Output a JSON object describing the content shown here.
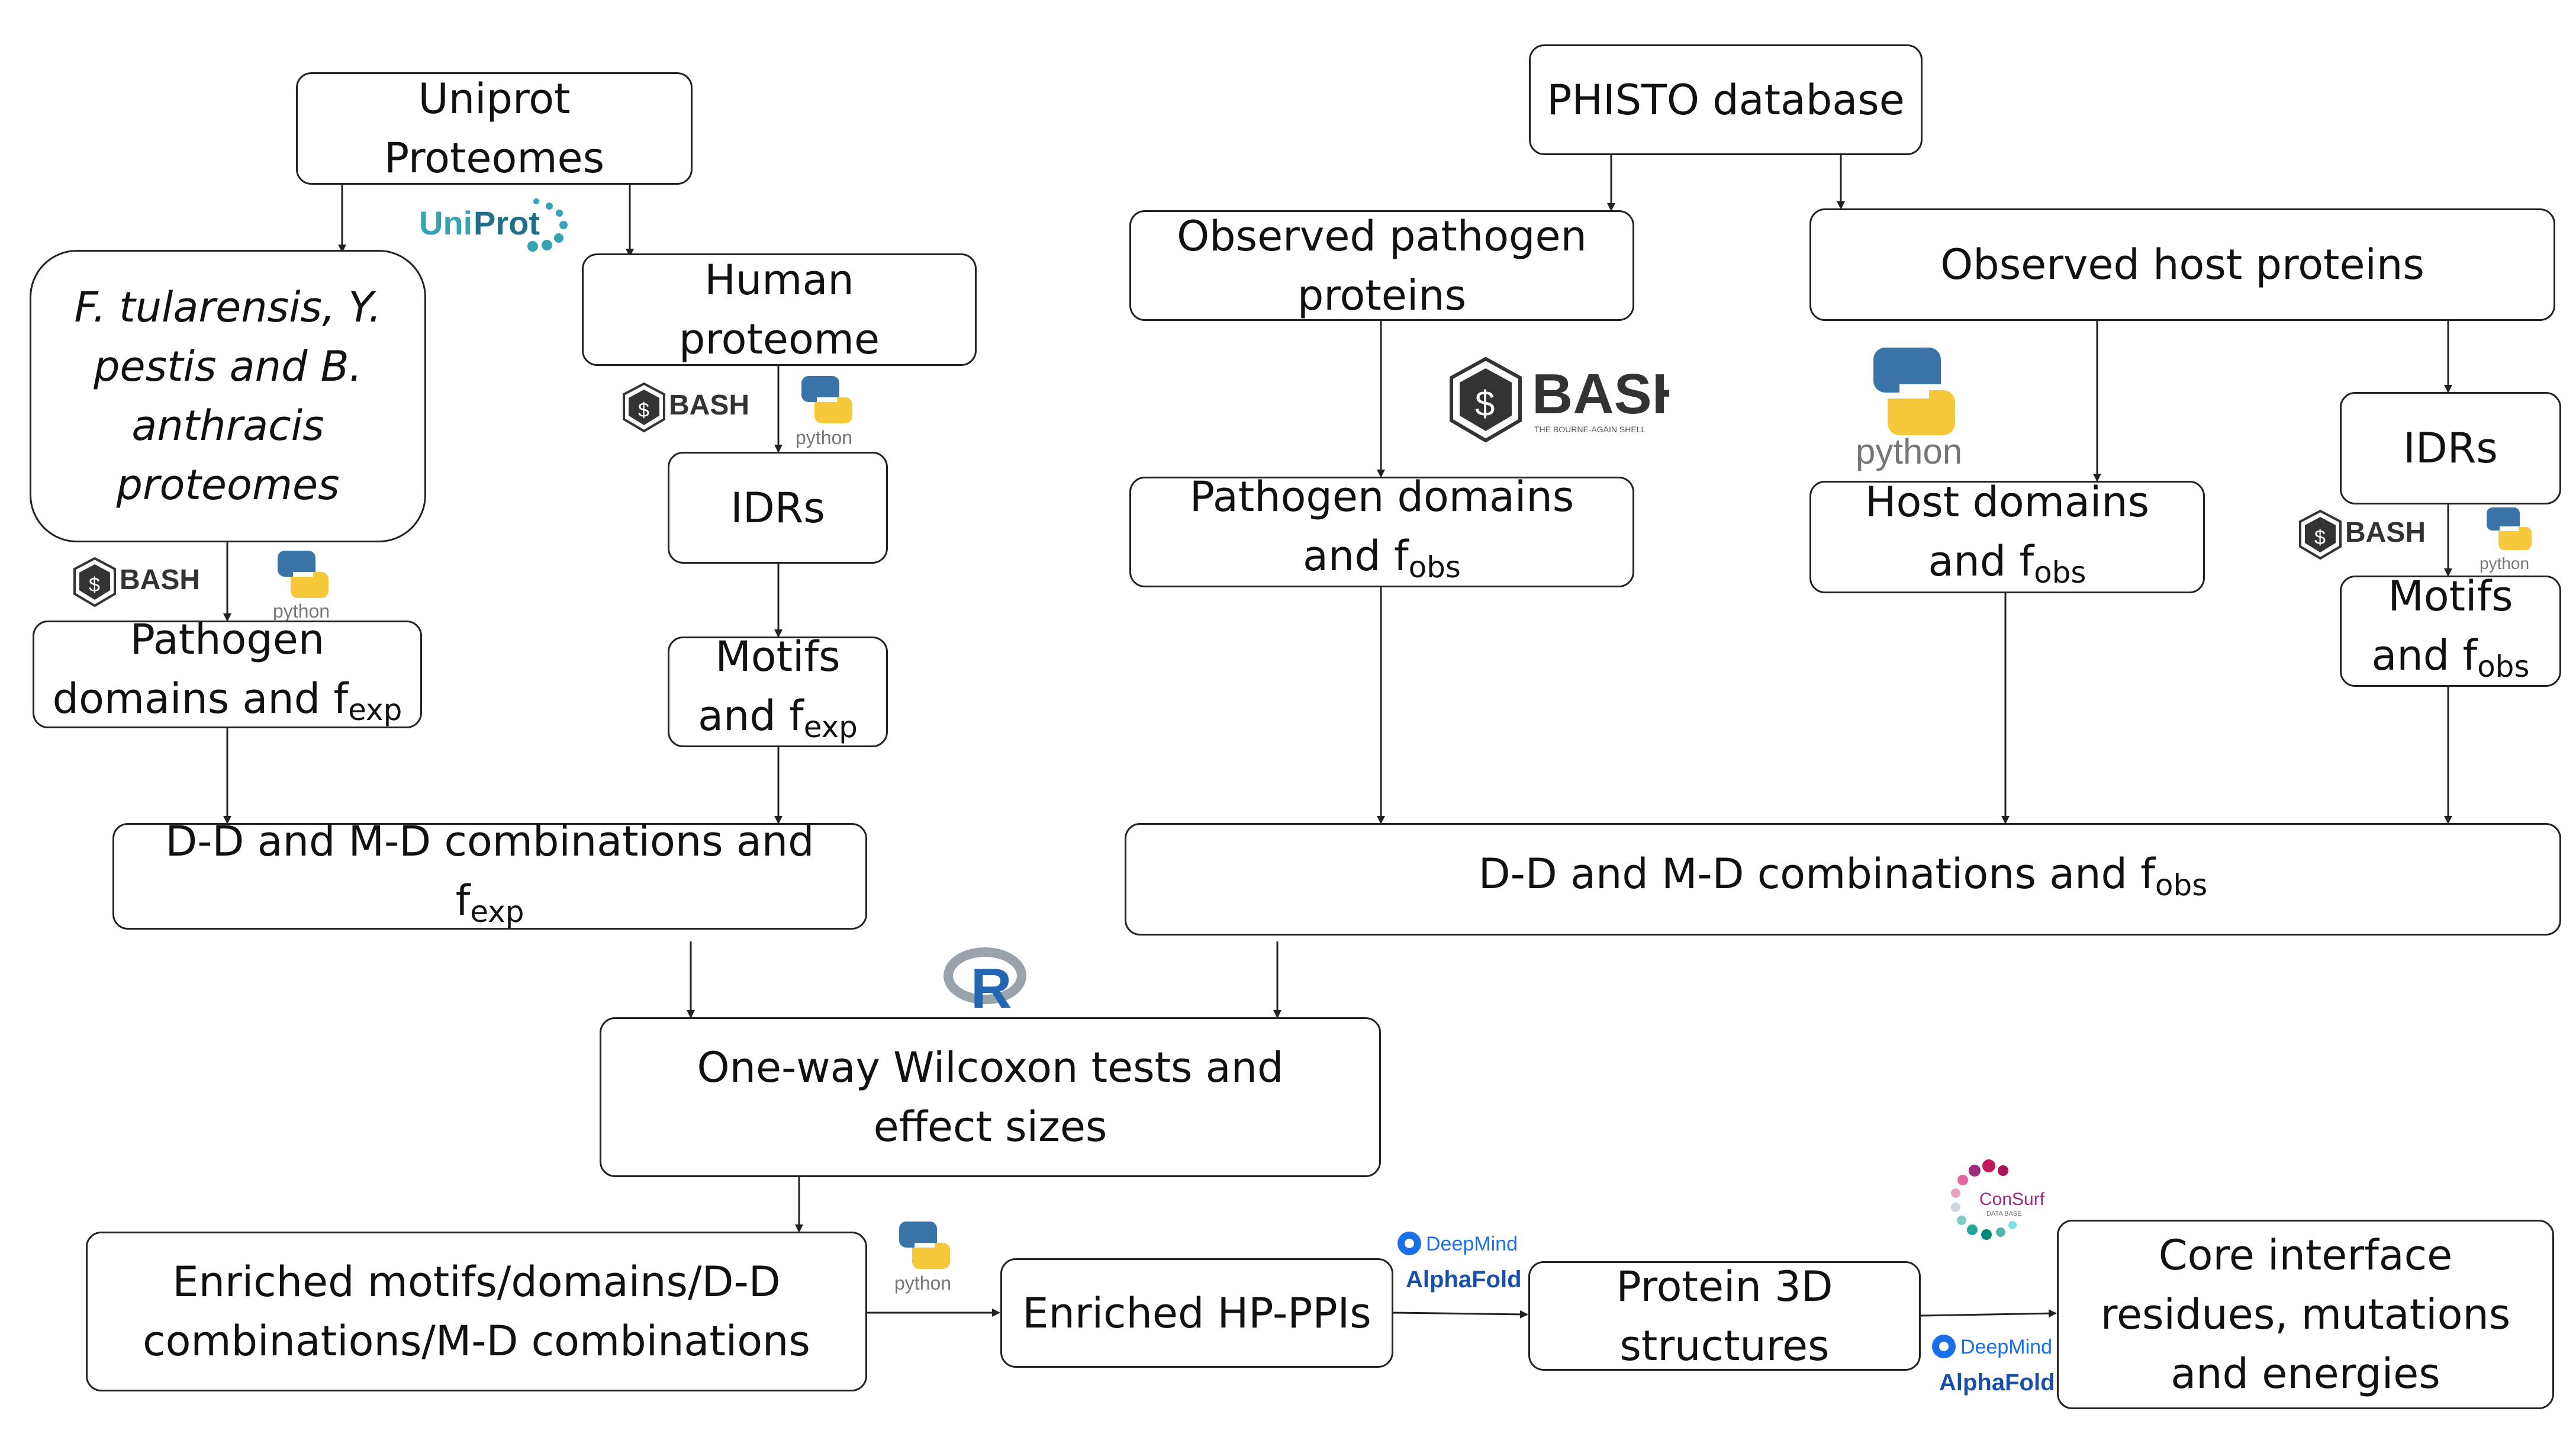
{
  "nodes": {
    "uniprot_proteomes": "Uniprot Proteomes",
    "pathogen_proteomes": "F. tularensis, Y. pestis and B. anthracis proteomes",
    "human_proteome": "Human proteome",
    "idrs_left": "IDRs",
    "pathogen_domains_exp": {
      "text": "Pathogen domains and f",
      "sub": "exp"
    },
    "motifs_exp": {
      "text": "Motifs and f",
      "sub": "exp"
    },
    "dd_md_exp": {
      "text": "D-D and M-D combinations and f",
      "sub": "exp"
    },
    "phisto": "PHISTO database",
    "obs_pathogen_proteins": "Observed pathogen proteins",
    "obs_host_proteins": "Observed host proteins",
    "idrs_right": "IDRs",
    "pathogen_domains_obs": {
      "text": "Pathogen domains and f",
      "sub": "obs"
    },
    "host_domains_obs": {
      "text": "Host domains and f",
      "sub": "obs"
    },
    "motifs_obs": {
      "text": "Motifs and f",
      "sub": "obs"
    },
    "dd_md_obs": {
      "text": "D-D and M-D combinations and f",
      "sub": "obs"
    },
    "wilcoxon": "One-way Wilcoxon tests and effect sizes",
    "enriched": "Enriched motifs/domains/D-D combinations/M-D combinations",
    "hp_ppis": "Enriched HP-PPIs",
    "protein_3d": "Protein 3D structures",
    "core_interface": "Core interface residues, mutations and energies"
  },
  "logos": {
    "uniprot": {
      "uni": "Uni",
      "prot": "Prot"
    },
    "bash": "BASH",
    "bash_tagline": "THE BOURNE-AGAIN SHELL",
    "python": "python",
    "r": "R",
    "deepmind": "DeepMind",
    "alphafold": "AlphaFold",
    "consurf": "ConSurf",
    "consurf_sub": "DATA BASE"
  },
  "colors": {
    "border": "#222222",
    "uniprot": "#35a3b3",
    "python_blue": "#3a73a8",
    "python_yellow": "#f5c93b",
    "deepmind": "#1a6fe8",
    "r_blue": "#2465b4",
    "consurf": "#9c2b7e"
  }
}
